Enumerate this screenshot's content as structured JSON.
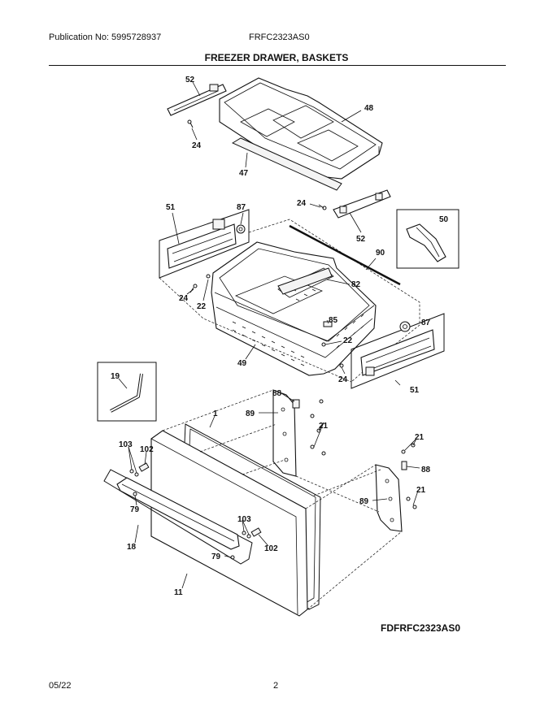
{
  "header": {
    "publication": "Publication No: 5995728937",
    "model": "FRFC2323AS0"
  },
  "title": "FREEZER DRAWER, BASKETS",
  "drawing_id": "FDFRFC2323AS0",
  "footer": {
    "date": "05/22",
    "page": "2"
  },
  "callouts": [
    {
      "id": "c52a",
      "text": "52"
    },
    {
      "id": "c48",
      "text": "48"
    },
    {
      "id": "c24a",
      "text": "24"
    },
    {
      "id": "c47",
      "text": "47"
    },
    {
      "id": "c24b",
      "text": "24"
    },
    {
      "id": "c52b",
      "text": "52"
    },
    {
      "id": "c51a",
      "text": "51"
    },
    {
      "id": "c87a",
      "text": "87"
    },
    {
      "id": "c50",
      "text": "50"
    },
    {
      "id": "c90",
      "text": "90"
    },
    {
      "id": "c82",
      "text": "82"
    },
    {
      "id": "c22a",
      "text": "22"
    },
    {
      "id": "c24c",
      "text": "24"
    },
    {
      "id": "c85",
      "text": "85"
    },
    {
      "id": "c87b",
      "text": "87"
    },
    {
      "id": "c22b",
      "text": "22"
    },
    {
      "id": "c49",
      "text": "49"
    },
    {
      "id": "c24d",
      "text": "24"
    },
    {
      "id": "c51b",
      "text": "51"
    },
    {
      "id": "c19",
      "text": "19"
    },
    {
      "id": "c88a",
      "text": "88"
    },
    {
      "id": "c89a",
      "text": "89"
    },
    {
      "id": "c1",
      "text": "1"
    },
    {
      "id": "c21a",
      "text": "21"
    },
    {
      "id": "c103a",
      "text": "103"
    },
    {
      "id": "c102a",
      "text": "102"
    },
    {
      "id": "c21b",
      "text": "21"
    },
    {
      "id": "c88b",
      "text": "88"
    },
    {
      "id": "c79a",
      "text": "79"
    },
    {
      "id": "c89b",
      "text": "89"
    },
    {
      "id": "c21c",
      "text": "21"
    },
    {
      "id": "c103b",
      "text": "103"
    },
    {
      "id": "c18",
      "text": "18"
    },
    {
      "id": "c102b",
      "text": "102"
    },
    {
      "id": "c79b",
      "text": "79"
    },
    {
      "id": "c11",
      "text": "11"
    }
  ]
}
